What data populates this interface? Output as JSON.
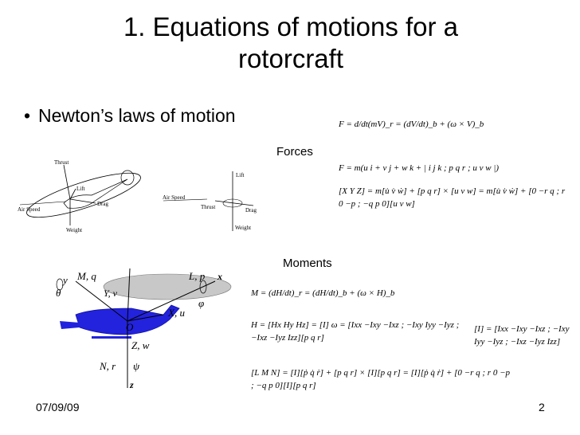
{
  "slide": {
    "title_line1": "1. Equations of motions for a",
    "title_line2": "rotorcraft",
    "bullet": "Newton’s laws of motion",
    "forces_label": "Forces",
    "moments_label": "Moments",
    "date": "07/09/09",
    "page_number": "2"
  },
  "diagram_left": {
    "thrust": "Thrust",
    "lift": "Lift",
    "drag": "Drag",
    "air_speed": "Air Speed",
    "weight": "Weight"
  },
  "diagram_right": {
    "lift": "Lift",
    "air_speed": "Air Speed",
    "thrust": "Thrust",
    "drag": "Drag",
    "weight": "Weight"
  },
  "heli_axes": {
    "mq": "M, q",
    "y": "y",
    "theta": "θ",
    "yv": "Y, ν",
    "lp": "L, p",
    "x": "x",
    "phi": "φ",
    "o": "O",
    "xu": "X, u",
    "zw": "Z, w",
    "nr": "N, r",
    "psi": "ψ",
    "z": "z"
  },
  "equations": {
    "eq1": "F = d/dt(mV)_r = (dV/dt)_b + (ω × V)_b",
    "eq2": "F = m(u i + v j + w k + | i j k ; p q r ; u v w |)",
    "eq3": "[X Y Z] = m[u̇ v̇ ẇ] + [p q r] × [u v w] = m[u̇ v̇ ẇ] + [0 −r q ; r 0 −p ; −q p 0][u v w]",
    "eq4": "M = (dH/dt)_r = (dH/dt)_b + (ω × H)_b",
    "eq5": "H = [Hx Hy Hz] = [I] ω = [Ixx −Ixy −Ixz ; −Ixy Iyy −Iyz ; −Ixz −Iyz Izz][p q r]",
    "eq5b": "[I] = [Ixx −Ixy −Ixz ; −Ixy Iyy −Iyz ; −Ixz −Iyz Izz]",
    "eq6": "[L M N] = [I][ṗ q̇ ṙ] + [p q r] × [I][p q r] = [I][ṗ q̇ ṙ] + [0 −r q ; r 0 −p ; −q p 0][I][p q r]"
  }
}
